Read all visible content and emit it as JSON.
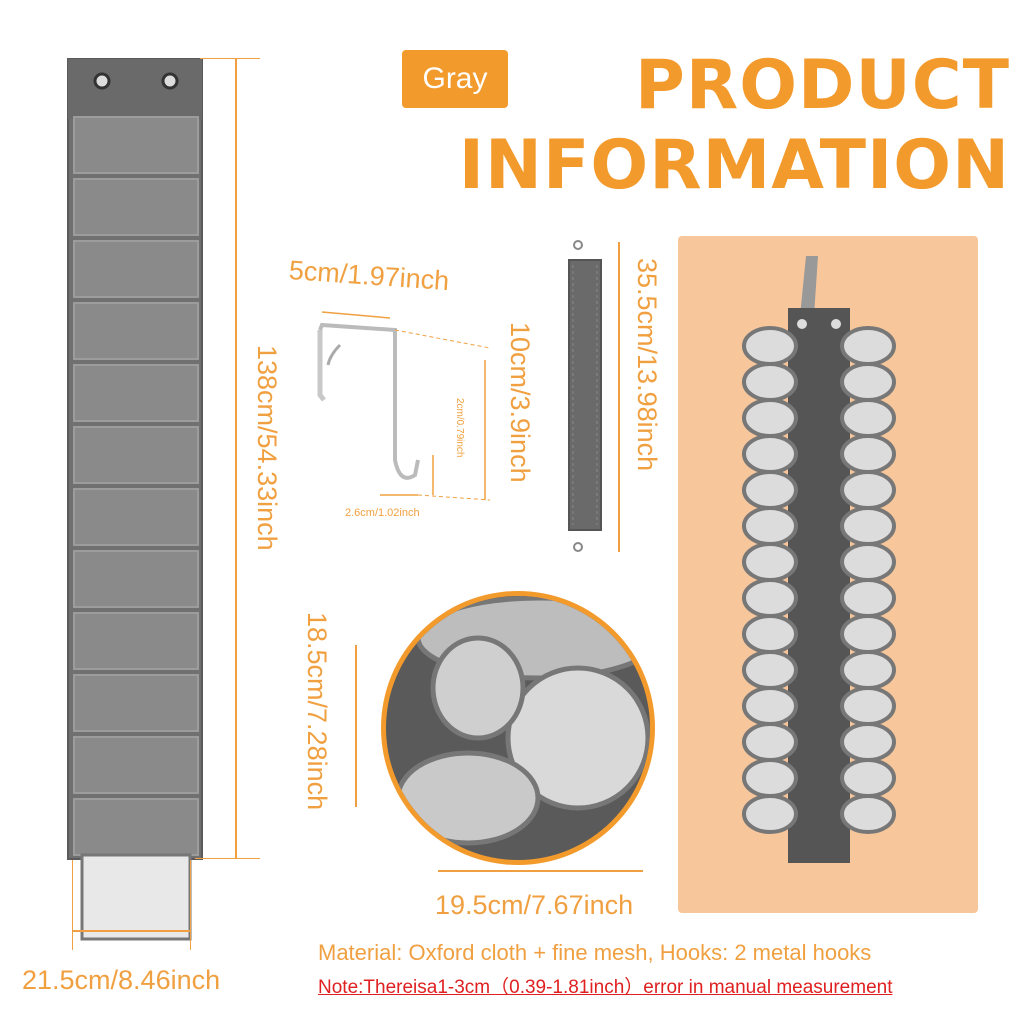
{
  "color_badge": "Gray",
  "title": {
    "line1": "PRODUCT",
    "line2": "INFORMATION"
  },
  "dimensions": {
    "organizer_length": "138cm/54.33inch",
    "organizer_width": "21.5cm/8.46inch",
    "hook_width": "5cm/1.97inch",
    "hook_height": "10cm/3.9inch",
    "hook_depth": "2cm/0.79inch",
    "hook_gap": "2.6cm/1.02inch",
    "strap_length": "35.5cm/13.98inch",
    "pocket_height": "18.5cm/7.28inch",
    "pocket_width": "19.5cm/7.67inch"
  },
  "material_text": "Material: Oxford cloth + fine mesh, Hooks: 2 metal hooks",
  "note_text": "Note:Thereisa1-3cm（0.39-1.81inch）error in manual measurement",
  "colors": {
    "accent": "#f39a2c",
    "fabric": "#6e6e6e",
    "panel": "#f7c79b",
    "note": "#e02020"
  }
}
